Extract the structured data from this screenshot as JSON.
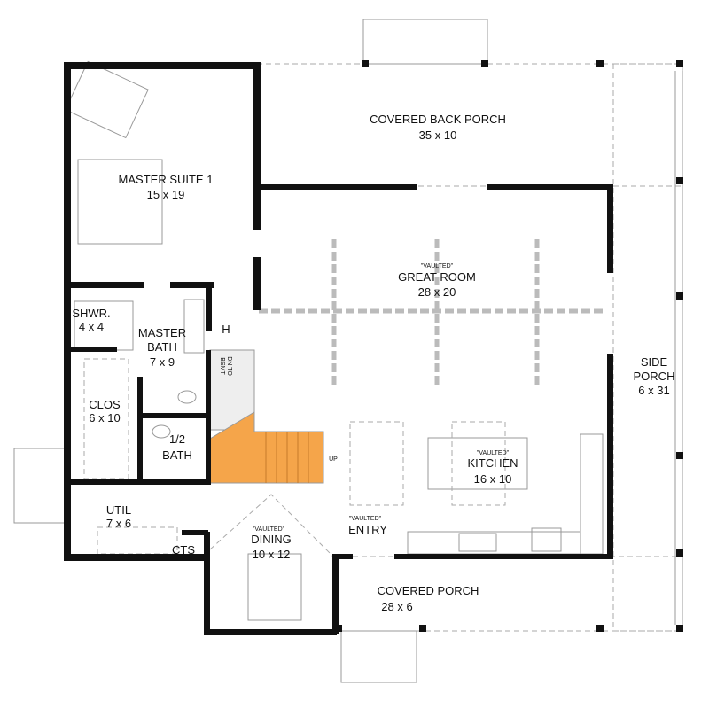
{
  "rooms": {
    "master_suite": {
      "name": "MASTER SUITE 1",
      "size": "15 x 19"
    },
    "back_porch": {
      "name": "COVERED BACK PORCH",
      "size": "35 x 10"
    },
    "great_room": {
      "note": "\"VAULTED\"",
      "name": "GREAT ROOM",
      "size": "28 x 20"
    },
    "shower": {
      "name": "SHWR.",
      "size": "4 x 4"
    },
    "master_bath": {
      "name1": "MASTER",
      "name2": "BATH",
      "size": "7 x 9"
    },
    "hall": {
      "name": "H"
    },
    "stairs_down": {
      "line1": "DN TO",
      "line2": "BSMT"
    },
    "closet": {
      "name": "CLOS",
      "size": "6 x 10"
    },
    "half_bath": {
      "name1": "1/2",
      "name2": "BATH"
    },
    "stairs_up": {
      "name": "UP"
    },
    "utility": {
      "name": "UTIL",
      "size": "7 x 6"
    },
    "cts": {
      "name": "CTS"
    },
    "dining": {
      "note": "\"VAULTED\"",
      "name": "DINING",
      "size": "10 x 12"
    },
    "entry": {
      "note": "\"VAULTED\"",
      "name": "ENTRY"
    },
    "kitchen": {
      "note": "\"VAULTED\"",
      "name": "KITCHEN",
      "size": "16 x 10"
    },
    "side_porch": {
      "name1": "SIDE",
      "name2": "PORCH",
      "size": "6 x 31"
    },
    "front_porch": {
      "name": "COVERED PORCH",
      "size": "28 x 6"
    }
  },
  "colors": {
    "stairs_highlight": "#F5A54A",
    "walls": "#111111"
  }
}
